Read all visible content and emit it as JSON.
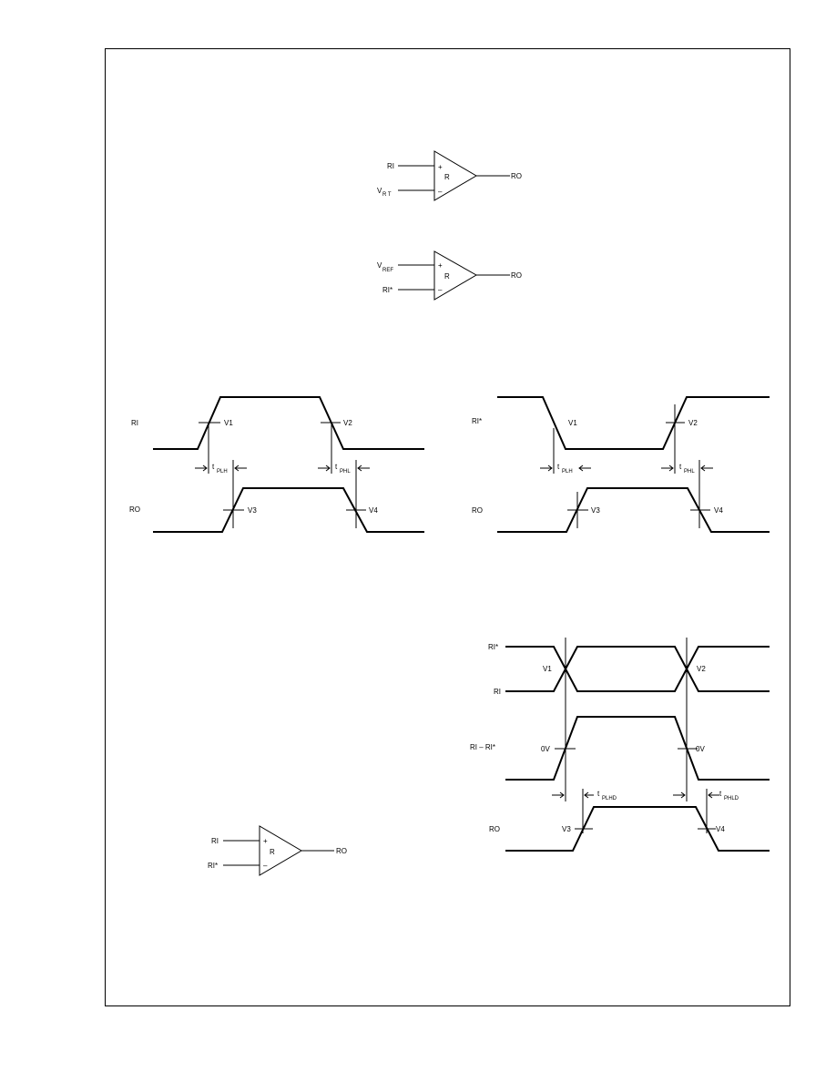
{
  "amp1": {
    "in_pos": "RI",
    "in_neg": "V",
    "in_neg_sub": "R T",
    "body": "R",
    "out": "RO"
  },
  "amp2": {
    "in_pos": "V",
    "in_pos_sub": "REF",
    "in_neg": "RI*",
    "body": "R",
    "out": "RO"
  },
  "amp3": {
    "in_pos": "RI",
    "in_neg": "RI*",
    "body": "R",
    "out": "RO"
  },
  "timing_left": {
    "in_label": "RI",
    "out_label": "RO",
    "v1": "V1",
    "v2": "V2",
    "v3": "V3",
    "v4": "V4",
    "t_plh": "t",
    "t_plh_sub": "PLH",
    "t_phl": "t",
    "t_phl_sub": "PHL"
  },
  "timing_right": {
    "in_label": "RI*",
    "out_label": "RO",
    "v1": "V1",
    "v2": "V2",
    "v3": "V3",
    "v4": "V4",
    "t_plh": "t",
    "t_plh_sub": "PLH",
    "t_phl": "t",
    "t_phl_sub": "PHL"
  },
  "timing_diff": {
    "ri_star": "RI*",
    "ri": "RI",
    "diff": "RI – RI*",
    "out": "RO",
    "v1": "V1",
    "v2": "V2",
    "zero_left": "0V",
    "zero_right": "0V",
    "v3": "V3",
    "v4": "V4",
    "t_plhd": "t",
    "t_plhd_sub": "PLHD",
    "t_phld": "t",
    "t_phld_sub": "PHLD"
  }
}
